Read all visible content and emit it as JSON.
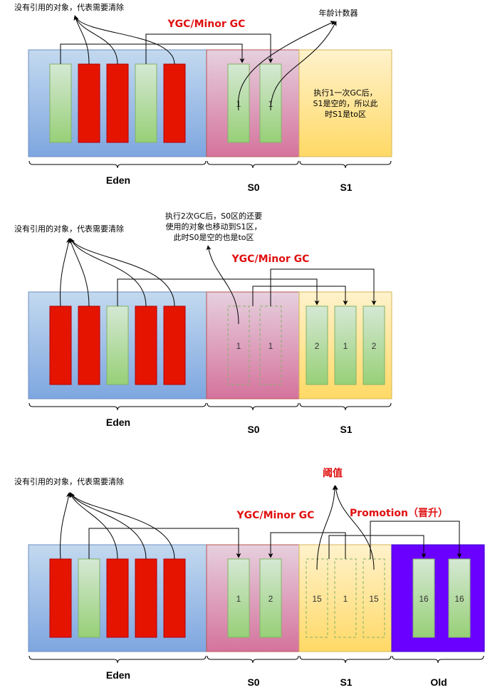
{
  "colors": {
    "eden_top": "#c3d9ef",
    "eden_bottom": "#7ea6e0",
    "s0_top": "#e6d0de",
    "s0_bottom": "#d5739d",
    "s1_top": "#fff2cc",
    "s1_bottom": "#ffd966",
    "old_fill": "#6a00ff",
    "red_obj": "#e51400",
    "red_obj_border": "#b20000",
    "green_top": "#d5e8d4",
    "green_bottom": "#97d077",
    "green_border": "#82b366",
    "accent_text": "#e01010"
  },
  "section1": {
    "unref_note": "没有引用的对象，代表需要清除",
    "gc_label": "YGC/Minor GC",
    "age_counter_note": "年龄计数器",
    "s0_ages": [
      "1",
      "1"
    ],
    "s1_note_lines": [
      "执行1一次GC后，",
      "S1是空的，所以此",
      "时S1是to区"
    ],
    "eden_label": "Eden",
    "s0_label": "S0",
    "s1_label": "S1"
  },
  "section2": {
    "unref_note": "没有引用的对象，代表需要清除",
    "move_note_lines": [
      "执行2次GC后，S0区的还要",
      "使用的对象也移动到S1区，",
      "此时S0是空的也是to区"
    ],
    "gc_label": "YGC/Minor GC",
    "s0_ages": [
      "1",
      "1"
    ],
    "s1_ages": [
      "2",
      "1",
      "2"
    ],
    "eden_label": "Eden",
    "s0_label": "S0",
    "s1_label": "S1"
  },
  "section3": {
    "unref_note": "没有引用的对象，代表需要清除",
    "threshold_label": "阈值",
    "gc_label": "YGC/Minor GC",
    "promotion_label": "Promotion（晋升）",
    "s0_ages": [
      "1",
      "2"
    ],
    "s1_ages": [
      "15",
      "1",
      "15"
    ],
    "old_ages": [
      "16",
      "16"
    ],
    "eden_label": "Eden",
    "s0_label": "S0",
    "s1_label": "S1",
    "old_label": "Old"
  }
}
